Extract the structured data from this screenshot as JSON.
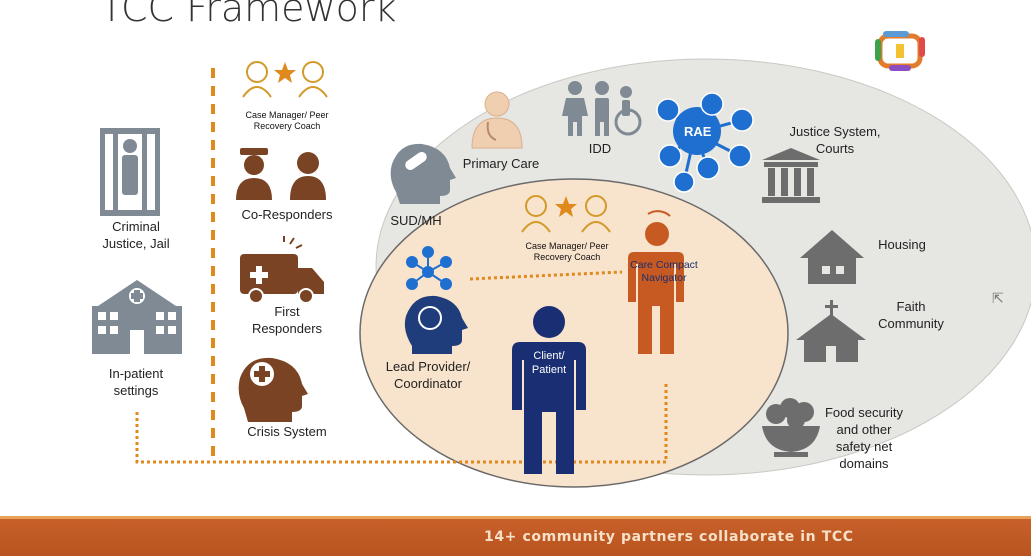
{
  "title": "TCC Framework",
  "banner": "14+ community partners collaborate in  TCC",
  "left_column": {
    "criminal_justice": [
      "Criminal",
      "Justice, Jail"
    ],
    "inpatient": [
      "In-patient",
      "settings"
    ]
  },
  "mid_column": {
    "case_manager": [
      "Case Manager/ Peer",
      "Recovery Coach"
    ],
    "co_responders": "Co-Responders",
    "first_responders": [
      "First",
      "Responders"
    ],
    "crisis_system": "Crisis System"
  },
  "outer_circle": {
    "sud_mh": "SUD/MH",
    "primary_care": "Primary Care",
    "idd": "IDD",
    "rae": "RAE",
    "justice": [
      "Justice System,",
      "Courts"
    ],
    "housing": "Housing",
    "faith": [
      "Faith",
      "Community"
    ],
    "food": [
      "Food security",
      "and other",
      "safety net",
      "domains"
    ]
  },
  "inner_circle": {
    "case_manager": [
      "Case Manager/ Peer",
      "Recovery Coach"
    ],
    "navigator": [
      "Care Compact",
      "Navigator"
    ],
    "lead_provider": [
      "Lead Provider/",
      "Coordinator"
    ],
    "client": [
      "Client/",
      "Patient"
    ]
  },
  "colors": {
    "orange": "#e08a1e",
    "brown": "#7a4424",
    "blue": "#1f3d7a",
    "rae_blue": "#1f6fd1",
    "gray_icon": "#777777",
    "outer_fill": "#e6e6e2",
    "inner_fill": "#f8e3cc",
    "navigator": "#c75a22"
  }
}
